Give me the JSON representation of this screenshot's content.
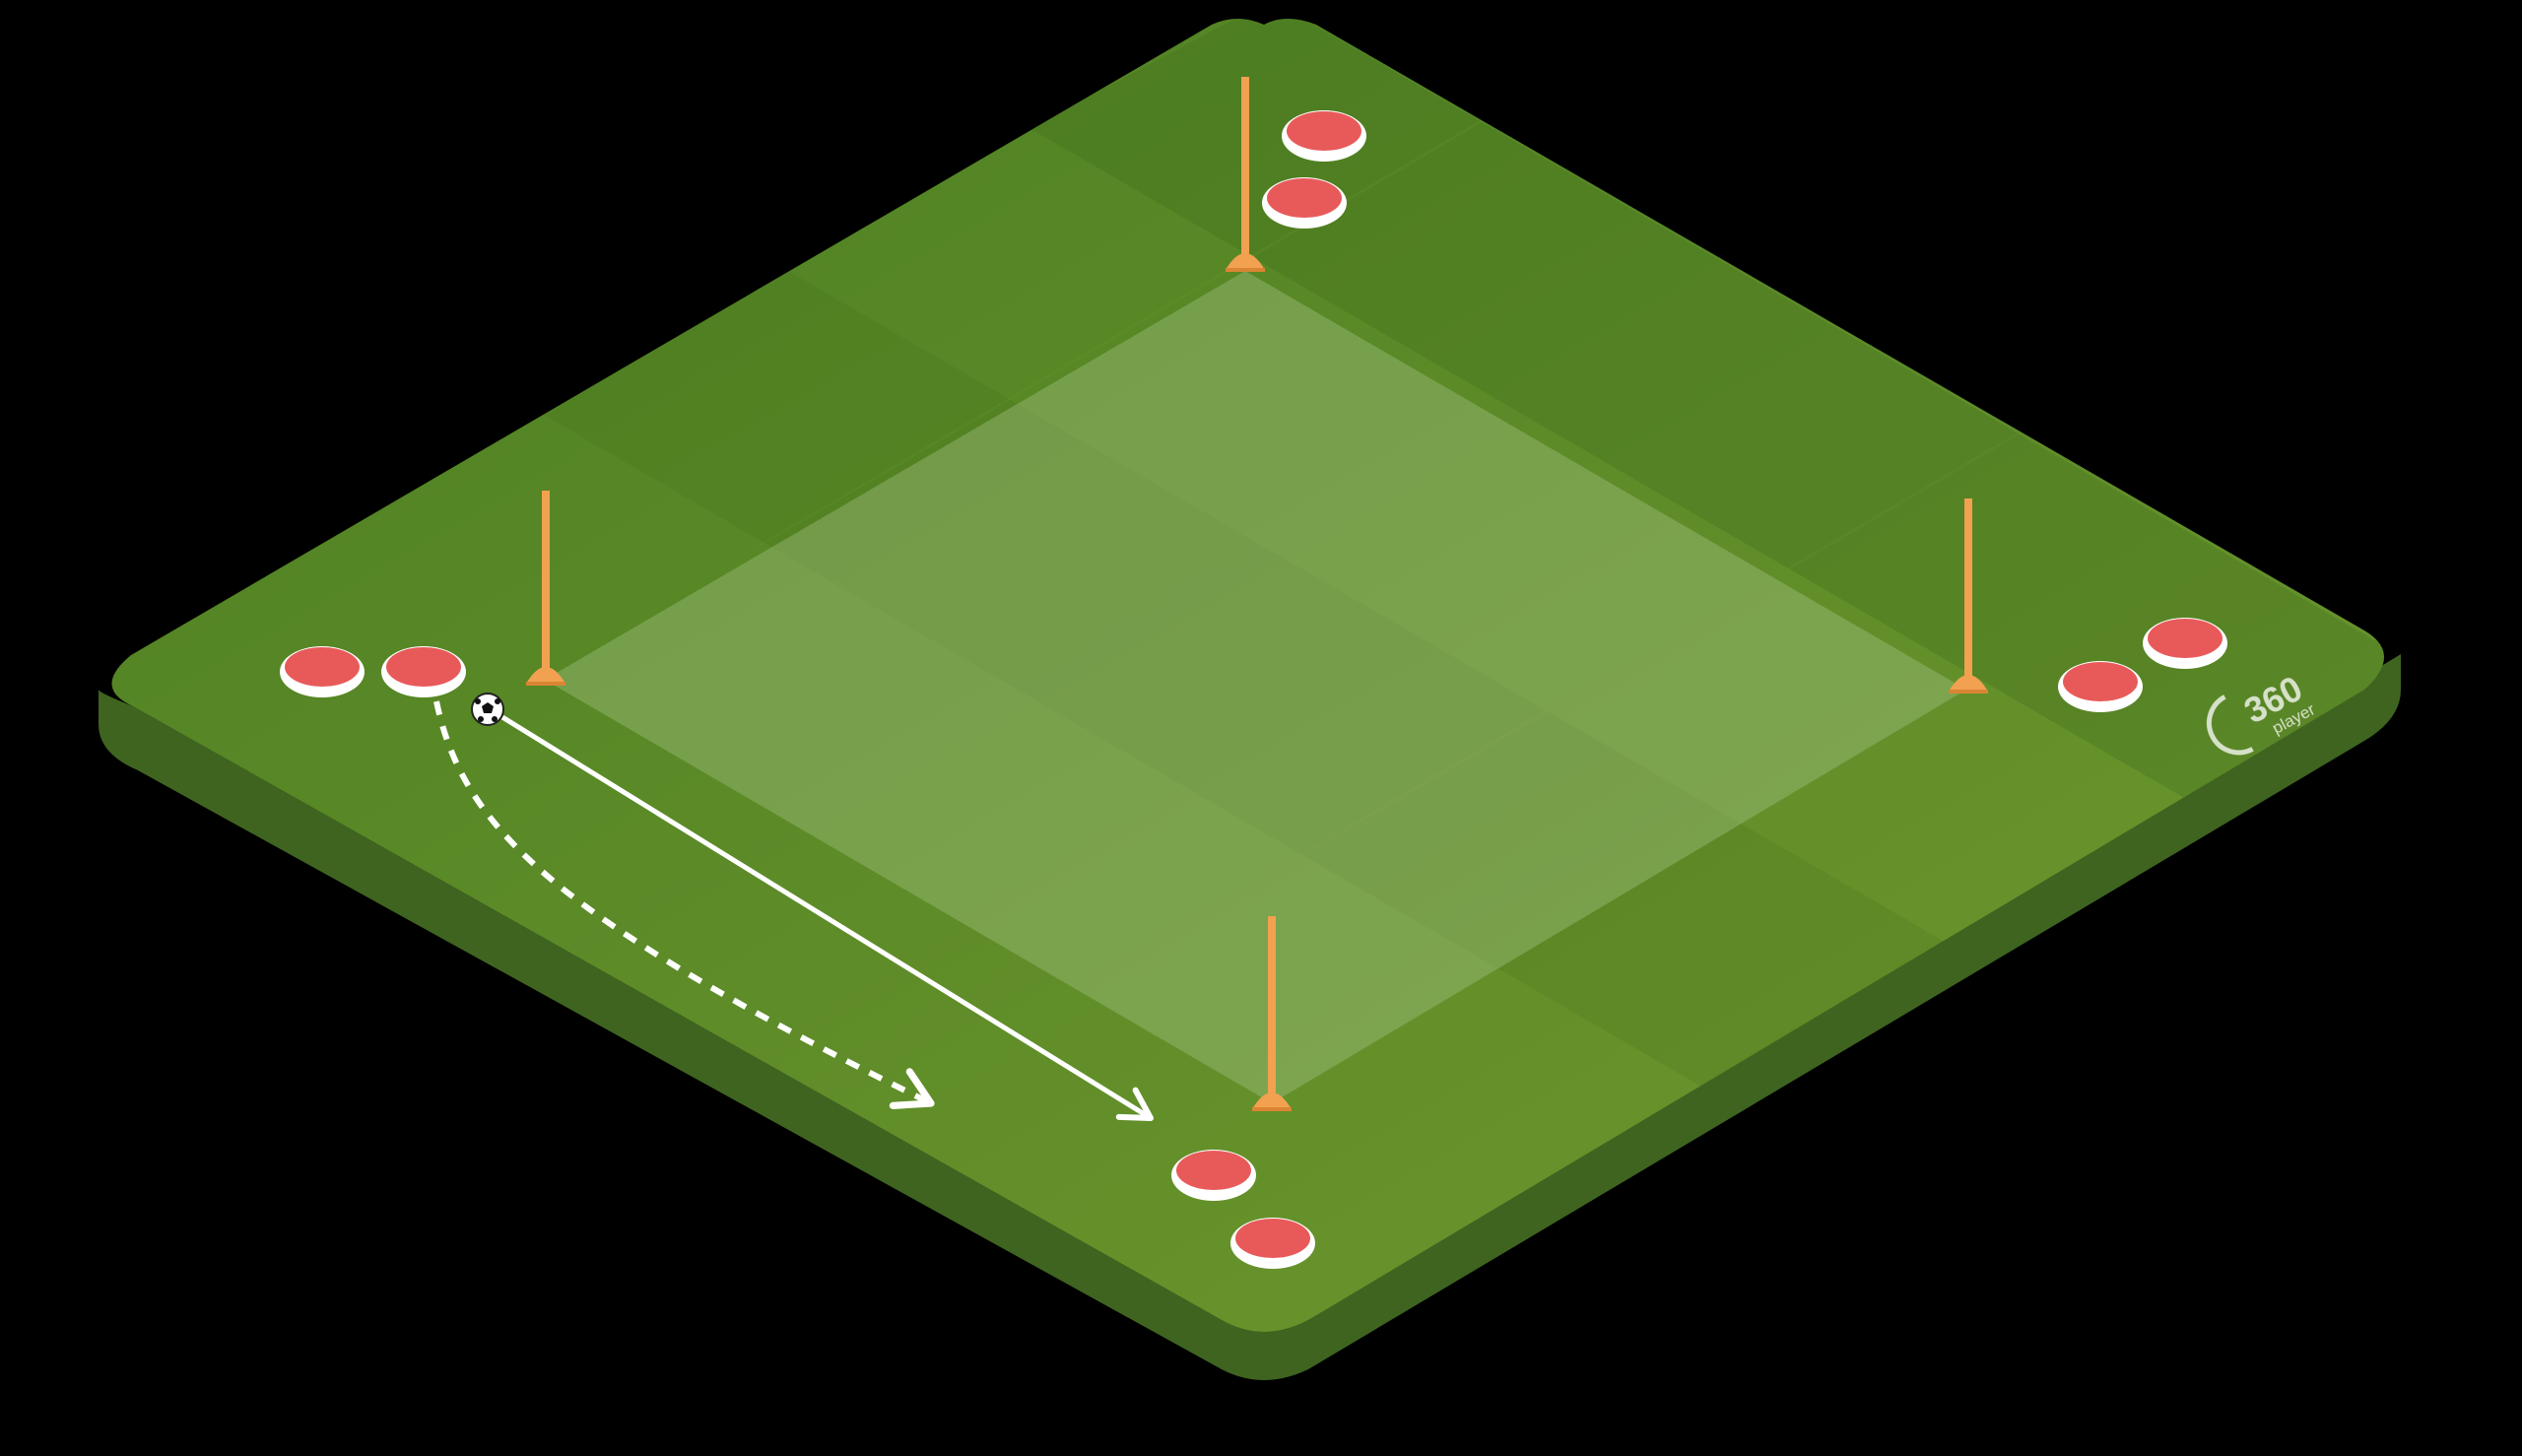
{
  "diagram": {
    "type": "soccer-drill-isometric",
    "colors": {
      "background": "#000000",
      "pitch_light": "#6f9a33",
      "pitch_dark": "#4a7d22",
      "pitch_side": "#3f6420",
      "grid_area": "#8fb070",
      "player": "#e85a5a",
      "player_rim": "#ffffff",
      "pole": "#f2a151",
      "pass_line": "#ffffff",
      "logo": "#ffffff"
    },
    "elements": {
      "player_groups": 4,
      "players_per_group": 2,
      "cone_poles": 4,
      "balls": 1,
      "arrows": [
        "pass",
        "run"
      ]
    },
    "logo": {
      "text": "360",
      "subtext": "player"
    }
  }
}
